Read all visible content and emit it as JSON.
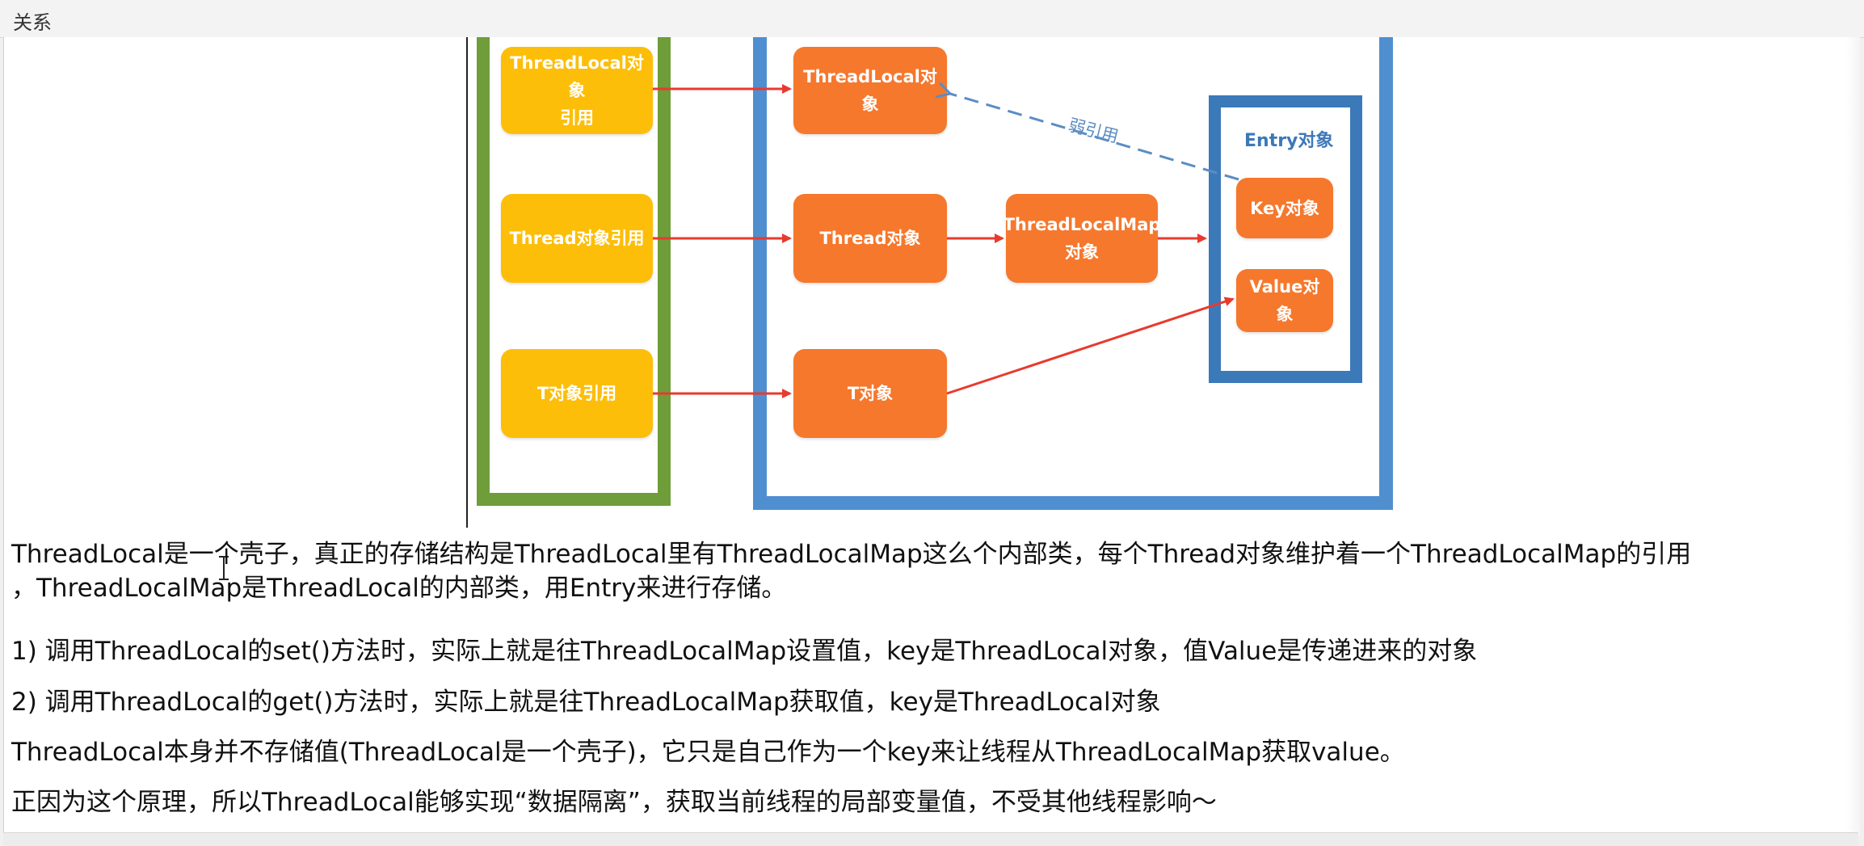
{
  "window": {
    "title": "关系"
  },
  "diagram": {
    "refs": [
      {
        "label_line1": "ThreadLocal对象",
        "label_line2": "引用"
      },
      {
        "label_line1": "Thread对象引用",
        "label_line2": ""
      },
      {
        "label_line1": "T对象引用",
        "label_line2": ""
      }
    ],
    "objects": {
      "threadlocal": "ThreadLocal对象",
      "thread": "Thread对象",
      "map_line1": "ThreadLocalMap",
      "map_line2": "对象",
      "t": "T对象"
    },
    "entry": {
      "title": "Entry对象",
      "key": "Key对象",
      "value_line1": "Value对",
      "value_line2": "象"
    },
    "weak_ref_label": "弱引用",
    "colors": {
      "green": "#6e9d3a",
      "blue": "#4f8fd0",
      "entry_blue": "#3b79b9",
      "yellow": "#fdbe0a",
      "orange": "#f5782d",
      "arrow_red": "#e83a2e",
      "dashed_blue": "#5b8dc4"
    }
  },
  "text": {
    "para1_line1": "ThreadLocal是一个壳子，真正的存储结构是ThreadLocal里有ThreadLocalMap这么个内部类，每个Thread对象维护着一个ThreadLocalMap的引用",
    "para1_line2": "，ThreadLocalMap是ThreadLocal的内部类，用Entry来进行存储。",
    "para2": "1) 调用ThreadLocal的set()方法时，实际上就是往ThreadLocalMap设置值，key是ThreadLocal对象，值Value是传递进来的对象",
    "para3": "2) 调用ThreadLocal的get()方法时，实际上就是往ThreadLocalMap获取值，key是ThreadLocal对象",
    "para4": "ThreadLocal本身并不存储值(ThreadLocal是一个壳子)，它只是自己作为一个key来让线程从ThreadLocalMap获取value。",
    "para5": "正因为这个原理，所以ThreadLocal能够实现“数据隔离”，获取当前线程的局部变量值，不受其他线程影响～"
  }
}
